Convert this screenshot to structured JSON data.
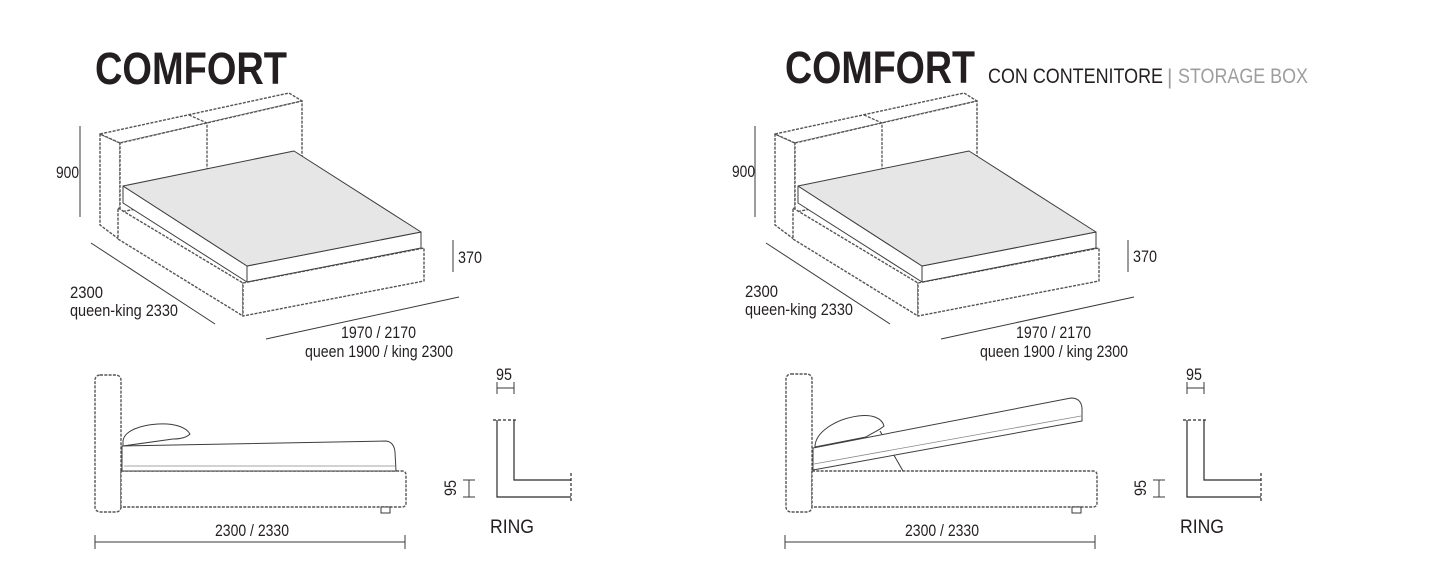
{
  "colors": {
    "ink": "#231f20",
    "muted": "#9d9d9d",
    "line": "#555555",
    "mattress_fill": "#e6e6e6"
  },
  "panels": {
    "standard": {
      "title": "COMFORT",
      "dimensions": {
        "headboard_height": "900",
        "base_height": "370",
        "length": "2300",
        "length_queen_king": "queen-king 2330",
        "width": "1970 / 2170",
        "width_queen_king": "queen 1900 / king 2300",
        "side_length": "2300 / 2330"
      },
      "profile": {
        "top_width": "95",
        "side_height": "95",
        "name": "RING"
      }
    },
    "storage": {
      "title": "COMFORT",
      "subtitle": "CON CONTENITORE",
      "separator": "|",
      "subtitle_en": "STORAGE BOX",
      "dimensions": {
        "headboard_height": "900",
        "base_height": "370",
        "length": "2300",
        "length_queen_king": "queen-king 2330",
        "width": "1970 / 2170",
        "width_queen_king": "queen 1900 / king 2300",
        "side_length": "2300 / 2330"
      },
      "profile": {
        "top_width": "95",
        "side_height": "95",
        "name": "RING"
      }
    }
  }
}
